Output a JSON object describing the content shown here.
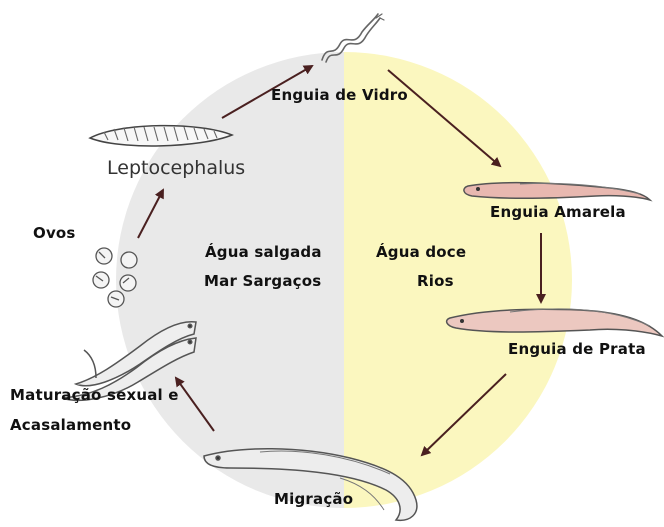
{
  "labels": {
    "enguia_vidro": "Enguia de Vidro",
    "leptocephalus": "Leptocephalus",
    "enguia_amarela": "Enguia Amarela",
    "ovos": "Ovos",
    "agua_salgada": "Água salgada",
    "mar_sargacos": "Mar Sargaços",
    "agua_doce": "Água doce",
    "rios": "Rios",
    "enguia_prata": "Enguia de Prata",
    "maturacao_l1": "Maturação sexual e",
    "maturacao_l2": "Acasalamento",
    "migracao": "Migração"
  },
  "colors": {
    "salt_water": "#e9e9e9",
    "fresh_water": "#fbf7bf",
    "arrow": "#4a2020",
    "yellow_eel": "#e8b8b0",
    "silver_eel": "#ecc8c0",
    "eel_outline": "#555555"
  }
}
